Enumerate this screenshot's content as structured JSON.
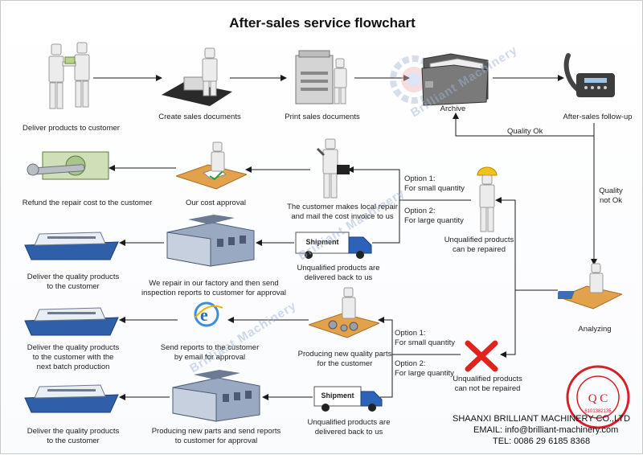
{
  "title": "After-sales service flowchart",
  "watermark": "Brilliant Machinery",
  "steps": {
    "deliver": "Deliver products to customer",
    "create_docs": "Create sales documents",
    "print_docs": "Print sales documents",
    "archive": "Archive",
    "followup": "After-sales follow-up",
    "quality_ok": "Quality Ok",
    "quality_not_ok": [
      "Quality",
      "not Ok"
    ],
    "analyzing": "Analyzing",
    "can_repair": [
      "Unqualified products",
      "can be repaired"
    ],
    "cannot_repair": [
      "Unqualified products",
      "can not be repaired"
    ],
    "local_repair": [
      "The customer makes local repair",
      "and mail the cost invoice to us"
    ],
    "cost_approval": "Our cost approval",
    "refund": "Refund the repair cost to the customer",
    "delivered_back_1": [
      "Unqualified products are",
      "delivered back to us"
    ],
    "factory_repair": [
      "We repair in our factory and then send",
      "inspection reports to customer for approval"
    ],
    "deliver_quality_1": [
      "Deliver the quality products",
      "to the customer"
    ],
    "producing_new": [
      "Producing new quality parts",
      "for the customer"
    ],
    "send_reports": [
      "Send reports to the customer",
      "by email for approval"
    ],
    "deliver_quality_batch": [
      "Deliver the quality products",
      "to the customer with the",
      "next batch production"
    ],
    "delivered_back_2": [
      "Unqualified products are",
      "delivered back to us"
    ],
    "producing_parts_reports": [
      "Producing new parts and send reports",
      "to customer for approval"
    ],
    "deliver_quality_2": [
      "Deliver the quality products",
      "to the customer"
    ]
  },
  "options": {
    "top_opt1": [
      "Option 1:",
      "For small quantity"
    ],
    "top_opt2": [
      "Option 2:",
      "For large quantity"
    ],
    "bottom_opt1": [
      "Option 1:",
      "For small quantity"
    ],
    "bottom_opt2": [
      "Option 2:",
      "For large quantity"
    ]
  },
  "truck_label": "Shipment",
  "stamp": {
    "text": "Q C",
    "ring": "SHAANXI BRILLIANT MACHINERY CO.,LTD",
    "number": "6101382135"
  },
  "footer": {
    "company": "SHAANXI BRILLIANT MACHINERY CO.,LTD",
    "email": "EMAIL: info@brilliant-machinery.com",
    "tel": "TEL: 0086 29 6185 8368"
  },
  "colors": {
    "line": "#1a1a1a",
    "truck": "#2c63b8",
    "ship": "#2f5fa8",
    "stamp": "#d5202a",
    "cross": "#e0241b",
    "desk": "#e2a24c"
  }
}
